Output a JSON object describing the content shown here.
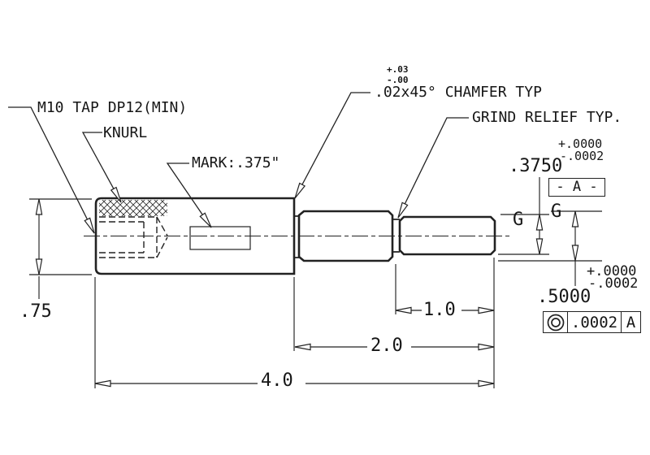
{
  "colors": {
    "ink": "#222222",
    "paper": "#ffffff"
  },
  "callouts": {
    "tap": "M10 TAP DP12(MIN)",
    "knurl": "KNURL",
    "mark": "MARK:.375\"",
    "chamfer": {
      "plus": "+.03",
      "minus": "-.00",
      "label": ".02x45° CHAMFER TYP"
    },
    "grind": "GRIND RELIEF TYP."
  },
  "dims": {
    "overall_length": "4.0",
    "mid_length": "2.0",
    "small_length": "1.0",
    "large_dia": ".75",
    "small_dia": {
      "value": ".3750",
      "plus": "+.0000",
      "minus": "-.0002"
    },
    "mid_dia": {
      "value": ".5000",
      "plus": "+.0000",
      "minus": "-.0002"
    }
  },
  "datum_flag": "- A -",
  "grind_marks": {
    "left": "G",
    "right": "G"
  },
  "fcf": {
    "symbol_icon": "concentricity-icon",
    "tolerance": ".0002",
    "datum": "A"
  }
}
